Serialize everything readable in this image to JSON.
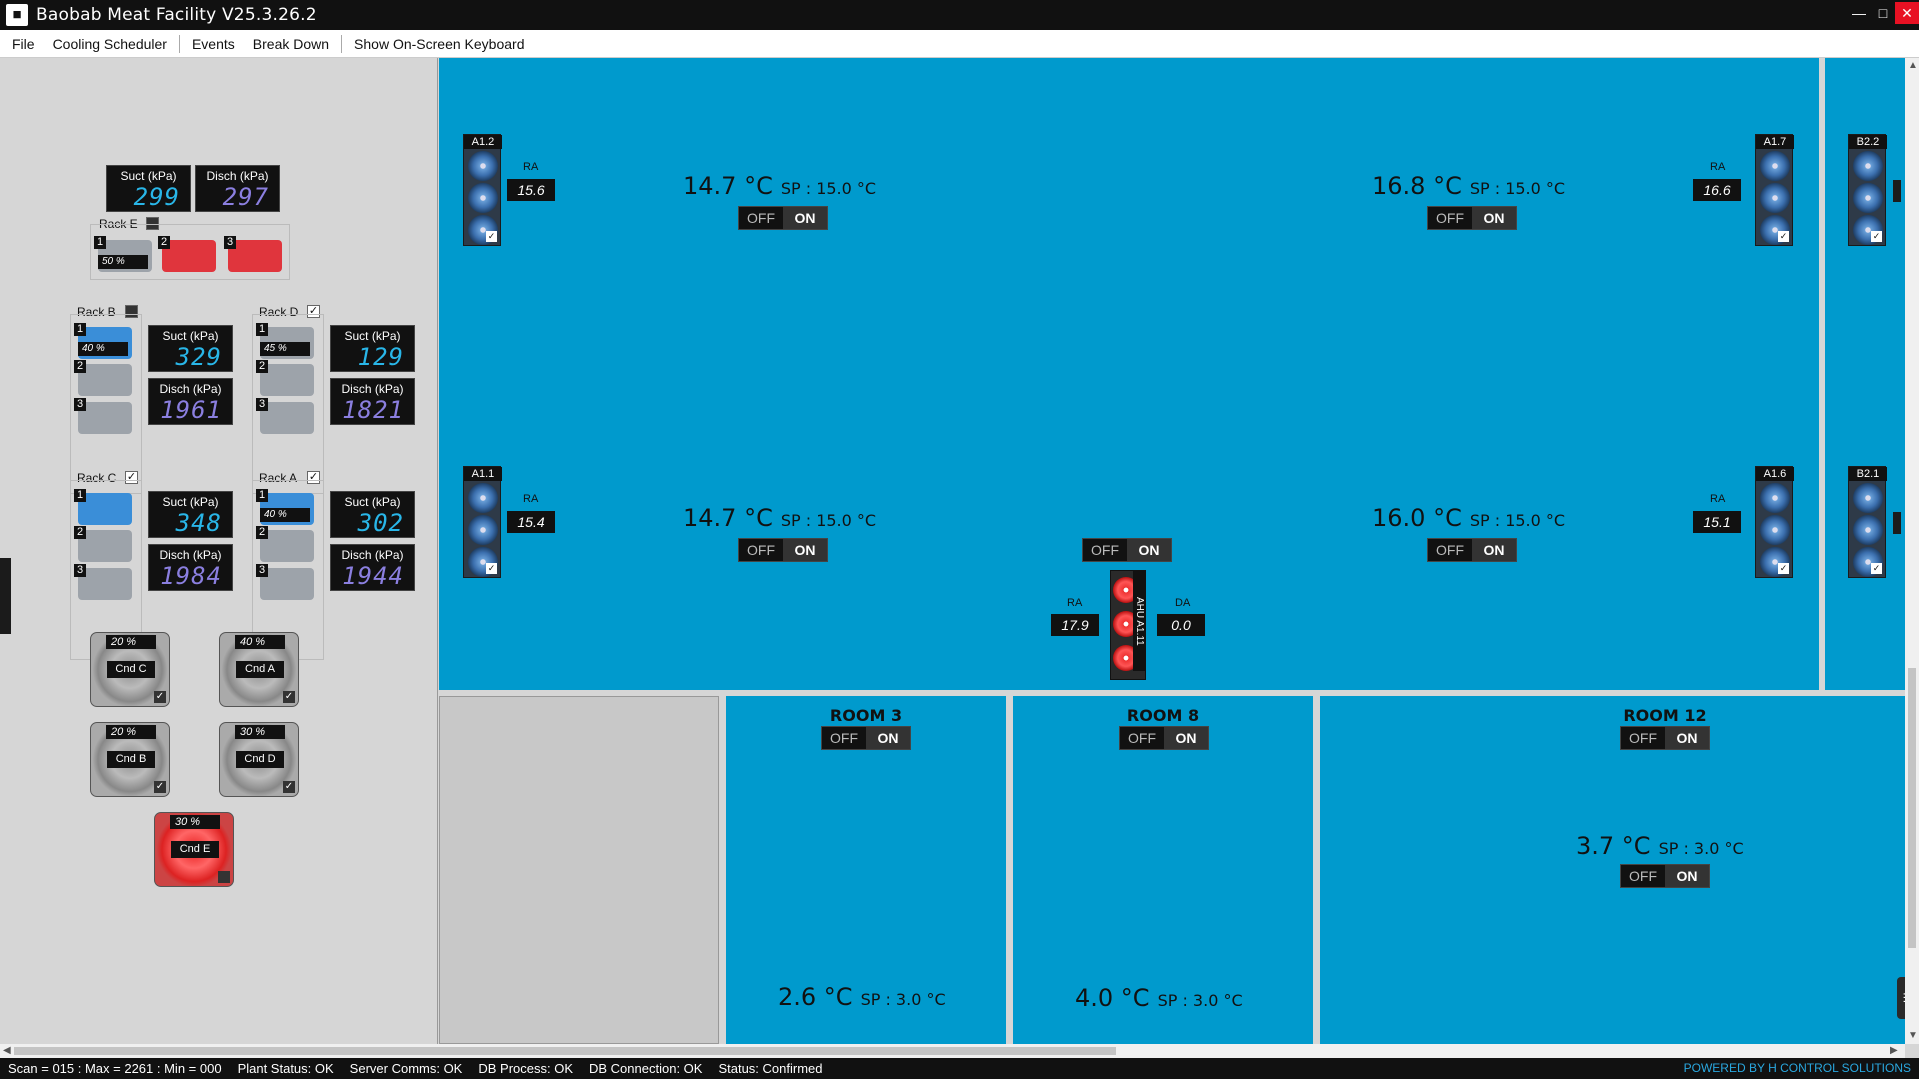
{
  "window": {
    "title": "Baobab Meat Facility V25.3.26.2",
    "icon": "cow-app-icon",
    "min": "—",
    "max": "□",
    "close": "✕"
  },
  "menu": [
    "File",
    "Cooling Scheduler",
    "Events",
    "Break Down",
    "Show On-Screen Keyboard"
  ],
  "rackE": {
    "label": "Rack E",
    "suct_lbl": "Suct (kPa)",
    "suct": "299",
    "disch_lbl": "Disch (kPa)",
    "disch": "297",
    "comp1_pct": "50   %"
  },
  "rackB": {
    "label": "Rack B",
    "suct_lbl": "Suct (kPa)",
    "suct": "329",
    "disch_lbl": "Disch (kPa)",
    "disch": "1961",
    "comp1_pct": "40   %"
  },
  "rackD": {
    "label": "Rack D",
    "suct_lbl": "Suct (kPa)",
    "suct": "129",
    "disch_lbl": "Disch (kPa)",
    "disch": "1821",
    "comp1_pct": "45   %"
  },
  "rackC": {
    "label": "Rack C",
    "suct_lbl": "Suct (kPa)",
    "suct": "348",
    "disch_lbl": "Disch (kPa)",
    "disch": "1984"
  },
  "rackA": {
    "label": "Rack A",
    "suct_lbl": "Suct (kPa)",
    "suct": "302",
    "disch_lbl": "Disch (kPa)",
    "disch": "1944",
    "comp1_pct": "40   %"
  },
  "comp_nums": [
    "1",
    "2",
    "3"
  ],
  "condensers": {
    "c": {
      "label": "Cnd C",
      "pct": "20   %"
    },
    "a": {
      "label": "Cnd A",
      "pct": "40   %"
    },
    "b": {
      "label": "Cnd B",
      "pct": "20   %"
    },
    "d": {
      "label": "Cnd D",
      "pct": "30   %"
    },
    "e": {
      "label": "Cnd E",
      "pct": "30   %"
    }
  },
  "check": "✓",
  "units": {
    "a12": "A1.2",
    "a17": "A1.7",
    "b22": "B2.2",
    "a11": "A1.1",
    "a16": "A1.6",
    "b21": "B2.1",
    "ahu": "AHU A1.11"
  },
  "ra_label": "RA",
  "da_label": "DA",
  "ra": {
    "a12": "15.6",
    "a17": "16.6",
    "a11": "15.4",
    "a16": "15.1",
    "ahu": "17.9",
    "ahu_da": "0.0"
  },
  "temps": {
    "t1": {
      "val": "14.7 °C",
      "sp": "SP : 15.0 °C"
    },
    "t2": {
      "val": "16.8 °C",
      "sp": "SP : 15.0 °C"
    },
    "t3": {
      "val": "14.7 °C",
      "sp": "SP : 15.0 °C"
    },
    "t4": {
      "val": "16.0 °C",
      "sp": "SP : 15.0 °C"
    },
    "r3": {
      "val": "2.6 °C",
      "sp": "SP : 3.0 °C"
    },
    "r8": {
      "val": "4.0 °C",
      "sp": "SP : 3.0 °C"
    },
    "r12": {
      "val": "3.7 °C",
      "sp": "SP : 3.0 °C"
    }
  },
  "toggle": {
    "off": "OFF",
    "on": "ON"
  },
  "rooms": {
    "r3": "ROOM 3",
    "r8": "ROOM 8",
    "r12": "ROOM 12"
  },
  "status": {
    "scan": "Scan = 015 : Max = 2261 : Min = 000",
    "plant": "Plant Status: OK",
    "server": "Server Comms: OK",
    "dbproc": "DB Process:  OK",
    "dbconn": "DB Connection:  OK",
    "state": "Status:  Confirmed",
    "powered": "POWERED BY H CONTROL SOLUTIONS"
  },
  "colors": {
    "accent": "#009acd",
    "dark": "#111111",
    "off_white": "#d6d6d6",
    "value_cyan": "#29b6e8",
    "value_violet": "#8b7fe0",
    "alarm_red": "#e0353d"
  }
}
